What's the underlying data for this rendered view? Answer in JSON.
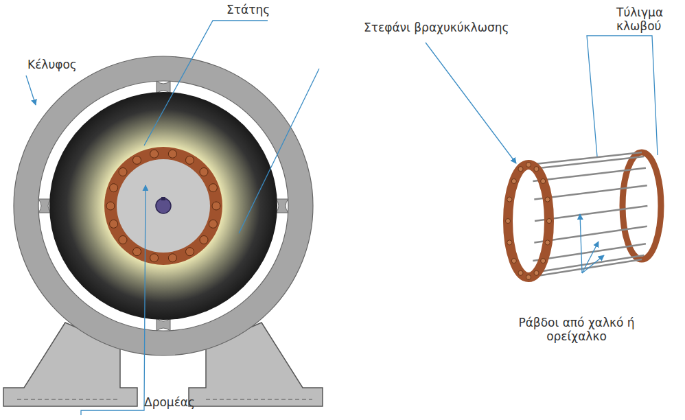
{
  "diagram": {
    "labels": [
      "Στάτης",
      "Κέλυφος",
      "Στεφάνι βραχυκύκλωσης",
      "Τύλιγμα κλωβού",
      "Ράβδοι από χαλκό ή ορείχαλκο",
      "Δρομέας"
    ]
  }
}
